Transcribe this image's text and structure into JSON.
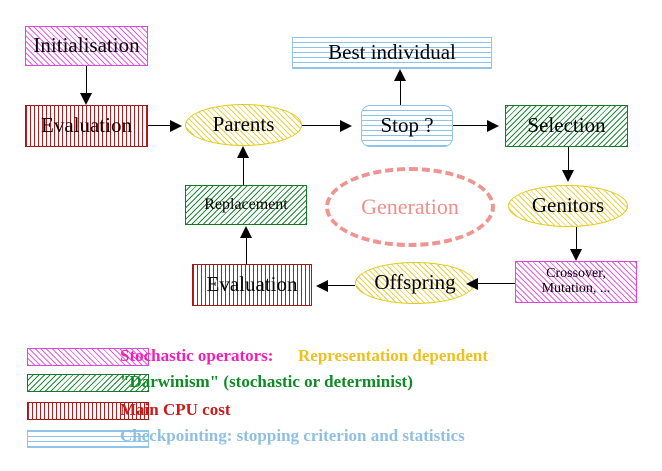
{
  "diagram": {
    "title": "Evolutionary Algorithm Flowchart",
    "nodes": {
      "initialisation": {
        "label": "Initialisation",
        "style": "stochastic-operators"
      },
      "evaluation_top": {
        "label": "Evaluation",
        "style": "main-cpu-cost"
      },
      "parents": {
        "label": "Parents",
        "style": "representation-dependent"
      },
      "best_individual": {
        "label": "Best individual",
        "style": "checkpointing"
      },
      "stop": {
        "label": "Stop ?",
        "style": "checkpointing"
      },
      "selection": {
        "label": "Selection",
        "style": "darwinism"
      },
      "genitors": {
        "label": "Genitors",
        "style": "representation-dependent"
      },
      "crossover": {
        "label": "Crossover,\nMutation, ...",
        "style": "stochastic-operators"
      },
      "offspring": {
        "label": "Offspring",
        "style": "representation-dependent"
      },
      "evaluation_bottom": {
        "label": "Evaluation",
        "style": "main-cpu-cost"
      },
      "replacement": {
        "label": "Replacement",
        "style": "darwinism"
      },
      "generation": {
        "label": "Generation",
        "style": "generation-loop"
      }
    },
    "legend": [
      {
        "swatch": "magenta-diagonal-hatch",
        "text": "Stochastic operators:",
        "text_color": "#ee20b8",
        "extra_text": "Representation dependent",
        "extra_color": "#edc120"
      },
      {
        "swatch": "green-diagonal-hatch",
        "text": "\"Darwinism\" (stochastic or determinist)",
        "text_color": "#0f8a27",
        "extra_text": "",
        "extra_color": ""
      },
      {
        "swatch": "red-vertical-hatch",
        "text": "Main CPU cost",
        "text_color": "#c81b1b",
        "extra_text": "",
        "extra_color": ""
      },
      {
        "swatch": "blue-horizontal-hatch",
        "text": "Checkpointing: stopping criterion and statistics",
        "text_color": "#8fc0e4",
        "extra_text": "",
        "extra_color": ""
      }
    ],
    "colors": {
      "magenta": "#dd46d8",
      "green": "#147a28",
      "red": "#a81616",
      "blue": "#93c4e6",
      "yellow": "#e2c913",
      "salmon": "#ef9490",
      "arrow": "#000000",
      "background": "#ffffff"
    }
  }
}
